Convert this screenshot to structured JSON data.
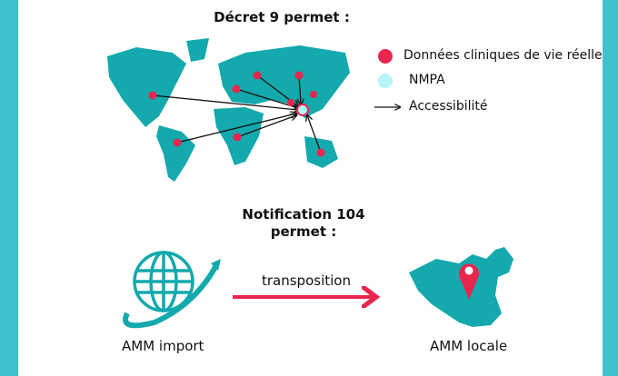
{
  "section1": {
    "title": "Décret 9 permet :"
  },
  "legend": [
    {
      "label": "Données cliniques de vie réelle",
      "color": "#e8264e"
    },
    {
      "label": "NMPA",
      "color": "#b5f5f7"
    },
    {
      "label": "Accessibilité",
      "color": "#111111"
    }
  ],
  "section2": {
    "title_line1": "Notification 104",
    "title_line2": "permet :"
  },
  "flow": {
    "source": "AMM import",
    "arrow_label": "transposition",
    "target": "AMM locale"
  },
  "colors": {
    "teal": "#13a9ad",
    "red": "#e8264e",
    "frame": "#3fc2cc"
  }
}
